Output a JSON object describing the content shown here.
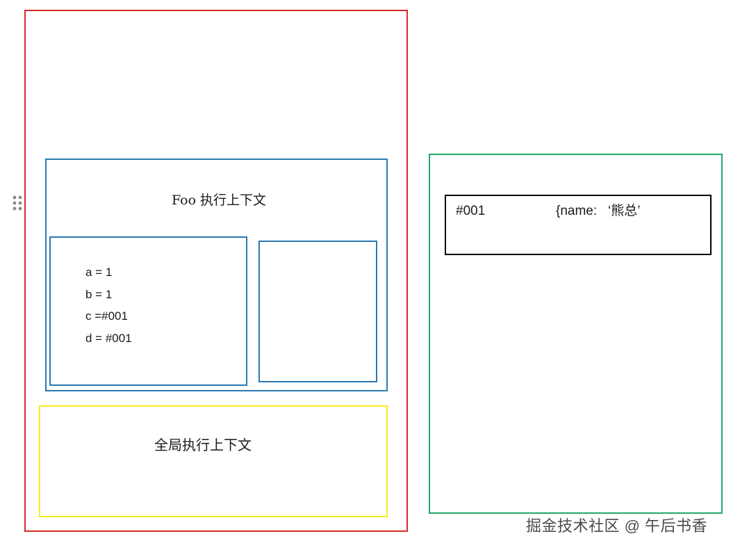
{
  "foo_context": {
    "title": "Foo 执行上下文",
    "variables": [
      "a = 1",
      "b = 1",
      "c =#001",
      "d = #001"
    ]
  },
  "global_context": {
    "title": "全局执行上下文"
  },
  "heap": {
    "entry": {
      "address": "#001",
      "value": "{name:   ‘熊总’"
    }
  },
  "watermark": "掘金技术社区 @ 午后书香",
  "icons": {
    "drag_handle": "drag-handle-icon"
  },
  "colors": {
    "stack": "#d72a23",
    "context": "#2878b0",
    "global": "#f4ee1c",
    "heap": "#22a86c",
    "object": "#000000"
  }
}
